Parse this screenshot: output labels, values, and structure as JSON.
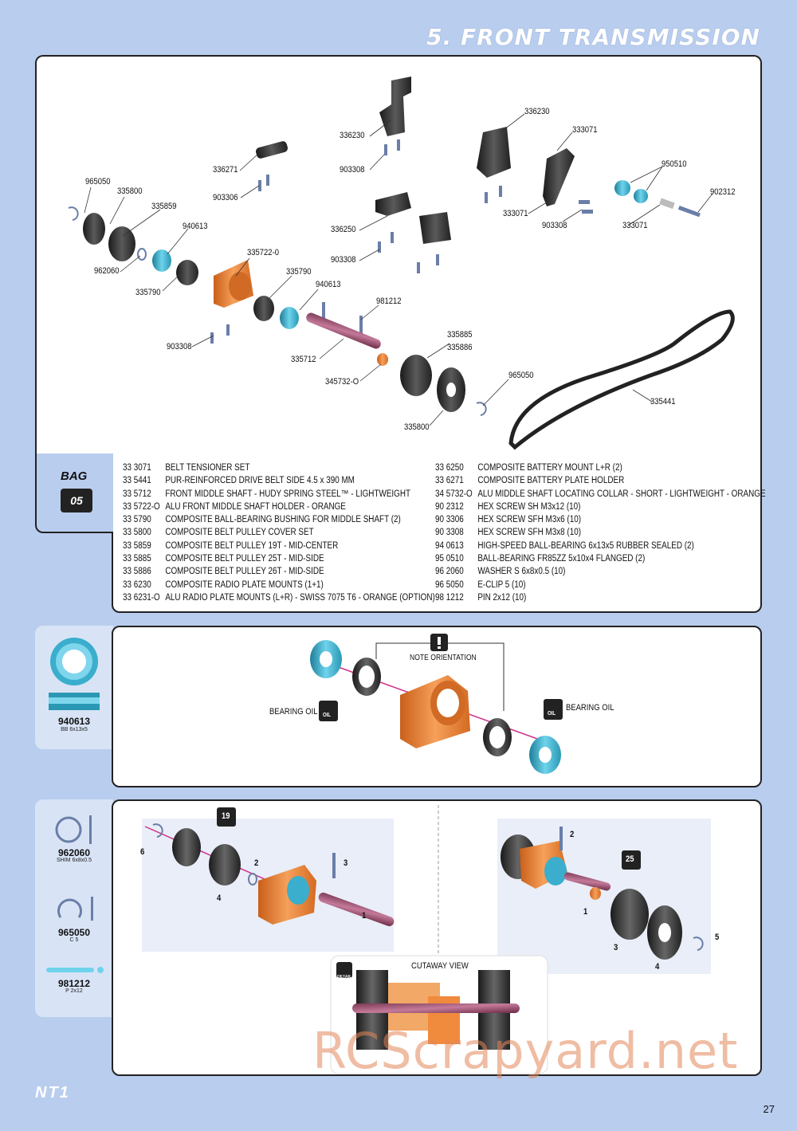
{
  "header": {
    "title": "5. FRONT TRANSMISSION"
  },
  "bag": {
    "label": "BAG",
    "number": "05"
  },
  "exploded_labels": [
    {
      "id": "336230a",
      "text": "336230"
    },
    {
      "id": "903308a",
      "text": "903308"
    },
    {
      "id": "336271",
      "text": "336271"
    },
    {
      "id": "903306",
      "text": "903306"
    },
    {
      "id": "336230b",
      "text": "336230"
    },
    {
      "id": "333071a",
      "text": "333071"
    },
    {
      "id": "950510",
      "text": "950510"
    },
    {
      "id": "902312",
      "text": "902312"
    },
    {
      "id": "333071b",
      "text": "333071"
    },
    {
      "id": "903308b",
      "text": "903308"
    },
    {
      "id": "333071c",
      "text": "333071"
    },
    {
      "id": "965050a",
      "text": "965050"
    },
    {
      "id": "335800a",
      "text": "335800"
    },
    {
      "id": "335859",
      "text": "335859"
    },
    {
      "id": "940613a",
      "text": "940613"
    },
    {
      "id": "336250",
      "text": "336250"
    },
    {
      "id": "903308c",
      "text": "903308"
    },
    {
      "id": "335722-0",
      "text": "335722-0"
    },
    {
      "id": "962060",
      "text": "962060"
    },
    {
      "id": "335790a",
      "text": "335790"
    },
    {
      "id": "335790b",
      "text": "335790"
    },
    {
      "id": "940613b",
      "text": "940613"
    },
    {
      "id": "981212",
      "text": "981212"
    },
    {
      "id": "903308d",
      "text": "903308"
    },
    {
      "id": "335712",
      "text": "335712"
    },
    {
      "id": "335885",
      "text": "335885"
    },
    {
      "id": "335886",
      "text": "335886"
    },
    {
      "id": "345732-0",
      "text": "345732-O"
    },
    {
      "id": "965050b",
      "text": "965050"
    },
    {
      "id": "335441",
      "text": "335441"
    },
    {
      "id": "335800b",
      "text": "335800"
    }
  ],
  "parts_left": [
    {
      "pn": "33 3071",
      "desc": "BELT TENSIONER SET"
    },
    {
      "pn": "33 5441",
      "desc": "PUR-REINFORCED DRIVE BELT SIDE 4.5 x 390 MM"
    },
    {
      "pn": "33 5712",
      "desc": "FRONT MIDDLE SHAFT - HUDY SPRING STEEL™ - LIGHTWEIGHT"
    },
    {
      "pn": "33 5722-O",
      "desc": "ALU FRONT MIDDLE SHAFT HOLDER - ORANGE"
    },
    {
      "pn": "33 5790",
      "desc": "COMPOSITE BALL-BEARING BUSHING FOR MIDDLE SHAFT (2)"
    },
    {
      "pn": "33 5800",
      "desc": "COMPOSITE BELT PULLEY COVER SET"
    },
    {
      "pn": "33 5859",
      "desc": "COMPOSITE BELT PULLEY 19T - MID-CENTER"
    },
    {
      "pn": "33 5885",
      "desc": "COMPOSITE BELT PULLEY 25T - MID-SIDE"
    },
    {
      "pn": "33 5886",
      "desc": "COMPOSITE BELT PULLEY 26T - MID-SIDE"
    },
    {
      "pn": "33 6230",
      "desc": "COMPOSITE RADIO PLATE MOUNTS (1+1)"
    },
    {
      "pn": "33 6231-O",
      "desc": "ALU RADIO PLATE MOUNTS (L+R) - SWISS 7075 T6 - ORANGE (OPTION)"
    }
  ],
  "parts_right": [
    {
      "pn": "33 6250",
      "desc": "COMPOSITE BATTERY MOUNT L+R (2)"
    },
    {
      "pn": "33 6271",
      "desc": "COMPOSITE BATTERY PLATE HOLDER"
    },
    {
      "pn": "34 5732-O",
      "desc": "ALU MIDDLE SHAFT LOCATING COLLAR - SHORT - LIGHTWEIGHT - ORANGE"
    },
    {
      "pn": "90 2312",
      "desc": "HEX SCREW SH M3x12  (10)"
    },
    {
      "pn": "90 3306",
      "desc": "HEX SCREW SFH M3x6  (10)"
    },
    {
      "pn": "90 3308",
      "desc": "HEX SCREW SFH M3x8  (10)"
    },
    {
      "pn": "94 0613",
      "desc": "HIGH-SPEED BALL-BEARING 6x13x5 RUBBER SEALED  (2)"
    },
    {
      "pn": "95 0510",
      "desc": "BALL-BEARING FR85ZZ 5x10x4 FLANGED  (2)"
    },
    {
      "pn": "96 2060",
      "desc": "WASHER S 6x8x0.5  (10)"
    },
    {
      "pn": "96 5050",
      "desc": "E-CLIP 5  (10)"
    },
    {
      "pn": "98 1212",
      "desc": "PIN 2x12  (10)"
    }
  ],
  "step1": {
    "note": "NOTE ORIENTATION",
    "oil_left": "BEARING OIL",
    "oil_right": "BEARING OIL",
    "oil_badge": "OIL",
    "side": {
      "code": "940613",
      "sub": "BB 6x13x5"
    }
  },
  "step2": {
    "cutaway": "CUTAWAY VIEW",
    "detail_badge": "DETAIL",
    "pulley_left": "19",
    "pulley_right": "25",
    "side": [
      {
        "code": "962060",
        "sub": "SHIM 6x8x0.5"
      },
      {
        "code": "965050",
        "sub": "C 5"
      },
      {
        "code": "981212",
        "sub": "P 2x12"
      }
    ],
    "steps_left": [
      "6",
      "4",
      "2",
      "3",
      "1"
    ],
    "steps_right": [
      "2",
      "1",
      "3",
      "4",
      "5"
    ]
  },
  "footer": {
    "page": "27",
    "brand": "NT1"
  },
  "watermark": "RCScrapyard.net",
  "colors": {
    "background": "#b9cdee",
    "orange": "#f08a3c",
    "cyan": "#3aaecc",
    "dark": "#2b2b2b"
  }
}
